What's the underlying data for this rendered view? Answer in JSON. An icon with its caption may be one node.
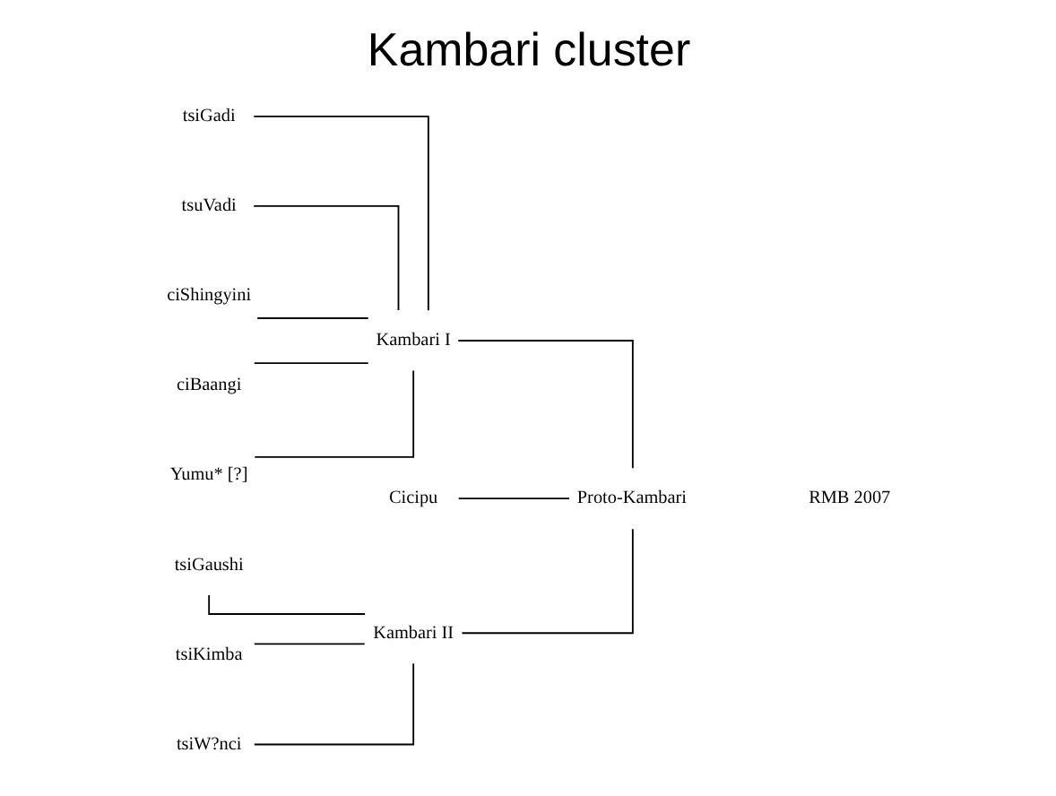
{
  "diagram": {
    "title": "Kambari cluster",
    "nodes": [
      {
        "text": [
          "tsiGadi"
        ]
      },
      {
        "text": [
          "tsuVadi"
        ]
      },
      {
        "text": [
          "Cicipu"
        ]
      },
      {
        "text": [
          "ciShingyini"
        ]
      },
      {
        "text": [
          "Kambari I"
        ]
      },
      {
        "text": [
          "ciBaangi"
        ]
      },
      {
        "text": [
          "Yumu* [?]"
        ]
      },
      {
        "text": [
          "Proto-Kambari"
        ]
      },
      {
        "text": [
          "tsiGaushi"
        ]
      },
      {
        "text": [
          "tsiKimba"
        ]
      },
      {
        "text": [
          "Kambari II"
        ]
      },
      {
        "text": [
          "tsiW?nci"
        ]
      }
    ],
    "edges": [
      {
        "from": 0,
        "to": 4,
        "arrow": "none"
      },
      {
        "from": 1,
        "to": 4,
        "arrow": "none"
      },
      {
        "from": 3,
        "to": 4,
        "arrow": "none"
      },
      {
        "from": 5,
        "to": 4,
        "arrow": "none"
      },
      {
        "from": 6,
        "to": 4,
        "arrow": "none"
      },
      {
        "from": 8,
        "to": 10,
        "arrow": "none"
      },
      {
        "from": 9,
        "to": 10,
        "arrow": "none"
      },
      {
        "from": 11,
        "to": 10,
        "arrow": "none"
      },
      {
        "from": 4,
        "to": 7,
        "arrow": "none"
      },
      {
        "from": 10,
        "to": 7,
        "arrow": "none"
      },
      {
        "from": 2,
        "to": 7,
        "arrow": "none"
      }
    ],
    "labels": [
      "RMB 2007"
    ]
  }
}
